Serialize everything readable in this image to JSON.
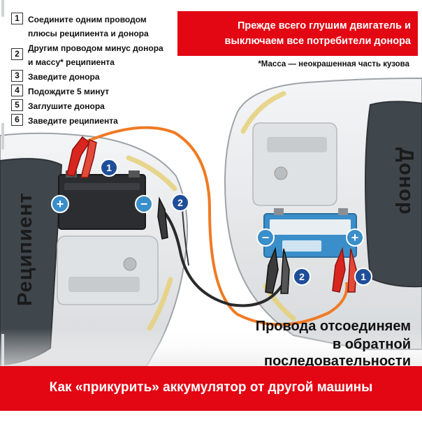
{
  "steps": [
    {
      "num": "1",
      "line1": "Соедините одним проводом",
      "line2": "плюсы реципиента и донора"
    },
    {
      "num": "2",
      "line1": "Другим проводом минус донора",
      "line2": "и массу* реципиента"
    },
    {
      "num": "3",
      "line1": "Заведите донора"
    },
    {
      "num": "4",
      "line1": "Подождите 5 минут"
    },
    {
      "num": "5",
      "line1": "Заглушите донора"
    },
    {
      "num": "6",
      "line1": "Заведите реципиента"
    }
  ],
  "warning": {
    "line1": "Прежде всего глушим двигатель и",
    "line2": "выключаем все потребители донора"
  },
  "footnote": "*Масса — неокрашенная часть кузова",
  "cars": {
    "recipient": "Реципиент",
    "donor": "Донор"
  },
  "battery": {
    "plus": "+",
    "minus": "−"
  },
  "markers": {
    "one": "1",
    "two": "2"
  },
  "disconnect": {
    "line1": "Провода отсоединяем",
    "line2": "в обратной последовательности"
  },
  "title": "Как «прикурить» аккумулятор от другой машины",
  "colors": {
    "accent_red": "#e30613",
    "marker_blue": "#1f4e99",
    "battery_blue": "#3a8ec9",
    "cable_red": "#f07a24",
    "cable_black": "#2a2a2a"
  }
}
